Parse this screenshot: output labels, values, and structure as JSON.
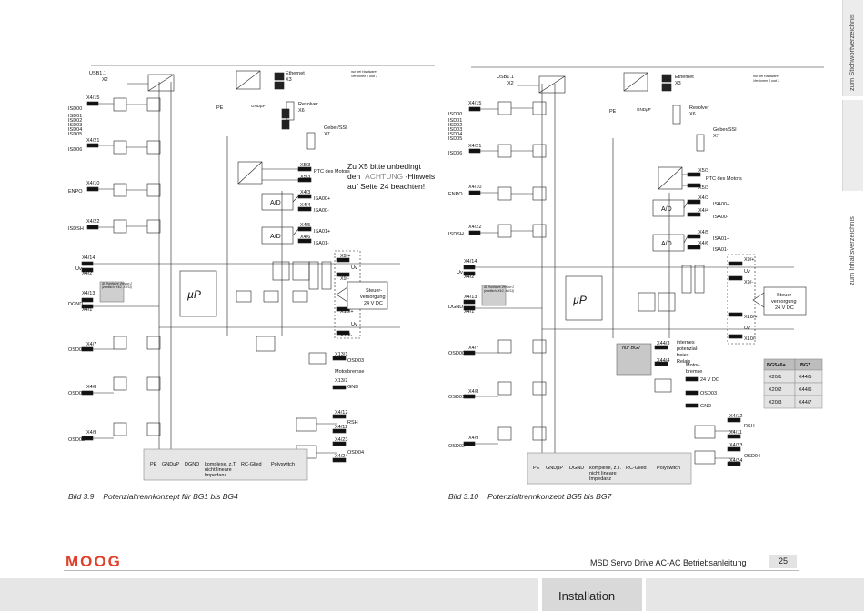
{
  "figures": [
    {
      "caption_num": "Bild 3.9",
      "caption_text": "Potenzialtrennkonzept für BG1 bis BG4",
      "labels": {
        "usb": "USB1.1",
        "x2": "X2",
        "ethernet": "Ethernet",
        "x3": "X3",
        "hw_note1": "nur bei Hardware-",
        "hw_note2": "Versionen 0 und 1",
        "pe": "PE",
        "gndup": "GNDµP",
        "dgnd": "DGND",
        "resolver": "Resolver",
        "x6": "X6",
        "geber": "Geber/SSI",
        "x7": "X7",
        "x4_15": "X4/15",
        "x4_21": "X4/21",
        "x4_10": "X4/10",
        "x4_22": "X4/22",
        "x4_14": "X4/14",
        "x4_2": "X4/2",
        "x4_13": "X4/13",
        "x4_1": "X4/1",
        "x4_7": "X4/7",
        "x4_8": "X4/8",
        "x4_9": "X4/9",
        "isd00": "ISD00",
        "isd01": "ISD01",
        "isd02": "ISD02",
        "isd03": "ISD03",
        "isd04": "ISD04",
        "isd05": "ISD05",
        "isd06": "ISD06",
        "enpo": "ENPO",
        "isdsh": "ISDSH",
        "uv": "Uv",
        "osd00": "OSD00",
        "osd01": "OSD01",
        "osd02": "OSD02",
        "up": "µP",
        "ad": "A/D",
        "x5_3": "X5/3",
        "x5_3b": "X5/3",
        "ptc": "PTC des Motors",
        "x4_3": "X4/3",
        "isa00p": "ISA00+",
        "x4_4": "X4/4",
        "isa00m": "ISA00-",
        "x4_5": "X4/5",
        "isa01p": "ISA01+",
        "x4_6": "X4/6",
        "isa01m": "ISA01-",
        "x9p": "X9/+",
        "x9m": "X9/-",
        "x10p": "X10/+",
        "x10m": "X10/-",
        "steuer1": "Steuer-",
        "steuer2": "versorgung",
        "steuer3": "24 V DC",
        "x13_1": "X13/1",
        "osd03": "OSD03",
        "motorbremse": "Motorbremse",
        "x13_2": "X13/2",
        "gnd": "GND",
        "x4_12": "X4/12",
        "rsh": "RSH",
        "x4_11": "X4/11",
        "x4_23": "X4/23",
        "x4_24": "X4/24",
        "osd04": "OSD04",
        "hwv1": "Ab Hardware-Version 2",
        "hwv2": "(zweifach: X4/2, X4/13)",
        "leg_pe": "PE",
        "leg_gndup": "GNDµP",
        "leg_dgnd": "DGND",
        "leg_komplex1": "komplexe, z.T.",
        "leg_komplex2": "nicht lineare",
        "leg_komplex3": "Impedanz",
        "leg_rc": "RC-Glied",
        "leg_poly": "Polyswitch"
      },
      "note_lines": [
        "Zu X5 bitte unbedingt",
        "den",
        "ACHTUNG",
        "-Hinweis",
        "auf Seite 24 beachten!"
      ]
    },
    {
      "caption_num": "Bild 3.10",
      "caption_text": "Potenzialtrennkonzept BG5 bis BG7",
      "labels": {
        "usb": "USB1.1",
        "x2": "X2",
        "ethernet": "Ethernet",
        "x3": "X3",
        "hw_note1": "nur bei Hardware-",
        "hw_note2": "Versionen 0 und 1",
        "pe": "PE",
        "gndup": "GNDµP",
        "dgnd": "DGND",
        "resolver": "Resolver",
        "x6": "X6",
        "geber": "Geber/SSI",
        "x7": "X7",
        "x4_15": "X4/15",
        "x4_21": "X4/21",
        "x4_10": "X4/10",
        "x4_22": "X4/22",
        "x4_14": "X4/14",
        "x4_2": "X4/2",
        "x4_13": "X4/13",
        "x4_1": "X4/1",
        "x4_7": "X4/7",
        "x4_8": "X4/8",
        "x4_9": "X4/9",
        "isd00": "ISD00",
        "isd01": "ISD01",
        "isd02": "ISD02",
        "isd03": "ISD03",
        "isd04": "ISD04",
        "isd05": "ISD05",
        "isd06": "ISD06",
        "enpo": "ENPO",
        "isdsh": "ISDSH",
        "uv": "Uv",
        "osd00": "OSD00",
        "osd01": "OSD01",
        "osd02": "OSD02",
        "up": "µP",
        "ad": "A/D",
        "x5_3": "X5/3",
        "x5_3b": "X5/3",
        "ptc": "PTC des Motors",
        "x4_3": "X4/3",
        "isa00p": "ISA00+",
        "x4_4": "X4/4",
        "isa00m": "ISA00-",
        "x4_5": "X4/5",
        "isa01p": "ISA01+",
        "x4_6": "X4/6",
        "isa01m": "ISA01-",
        "x9p": "X9/+",
        "x9m": "X9/-",
        "x10p": "X10/+",
        "x10m": "X10/-",
        "steuer1": "Steuer-",
        "steuer2": "versorgung",
        "steuer3": "24 V DC",
        "nur_bg7": "nur BG7",
        "x44_3": "X44/3",
        "x44_4": "X44/4",
        "relais1": "internes",
        "relais2": "potenzial-",
        "relais3": "freies",
        "relais4": "Relais",
        "motorbremse1": "Motor-",
        "motorbremse2": "bremse",
        "v24": "24 V DC",
        "osd03": "OSD03",
        "gnd": "GND",
        "tbl_h1": "BG5+6a",
        "tbl_h2": "BG7",
        "tbl_r1a": "X20/1",
        "tbl_r1b": "X44/5",
        "tbl_r2a": "X20/2",
        "tbl_r2b": "X44/6",
        "tbl_r3a": "X20/3",
        "tbl_r3b": "X44/7",
        "x4_12": "X4/12",
        "rsh": "RSH",
        "x4_11": "X4/11",
        "x4_23": "X4/23",
        "x4_24": "X4/24",
        "osd04": "OSD04",
        "hwv1": "Ab Hardware-Version 2",
        "hwv2": "(zweifach: X4/2, X4/13)",
        "leg_pe": "PE",
        "leg_gndup": "GNDµP",
        "leg_dgnd": "DGND",
        "leg_komplex1": "komplexe, z.T.",
        "leg_komplex2": "nicht lineare",
        "leg_komplex3": "Impedanz",
        "leg_rc": "RC-Glied",
        "leg_poly": "Polyswitch"
      }
    }
  ],
  "side_tabs": [
    "zum Stichwortverzeichnis",
    "zum Inhaltsverzeichnis"
  ],
  "footer": {
    "logo": "MOOG",
    "doc_title": "MSD Servo Drive AC-AC Betriebsanleitung",
    "page_number": "25",
    "section": "Installation"
  },
  "colors": {
    "logo": "#e0412c",
    "band": "#e6e6e6",
    "accent_note": "#888888"
  }
}
